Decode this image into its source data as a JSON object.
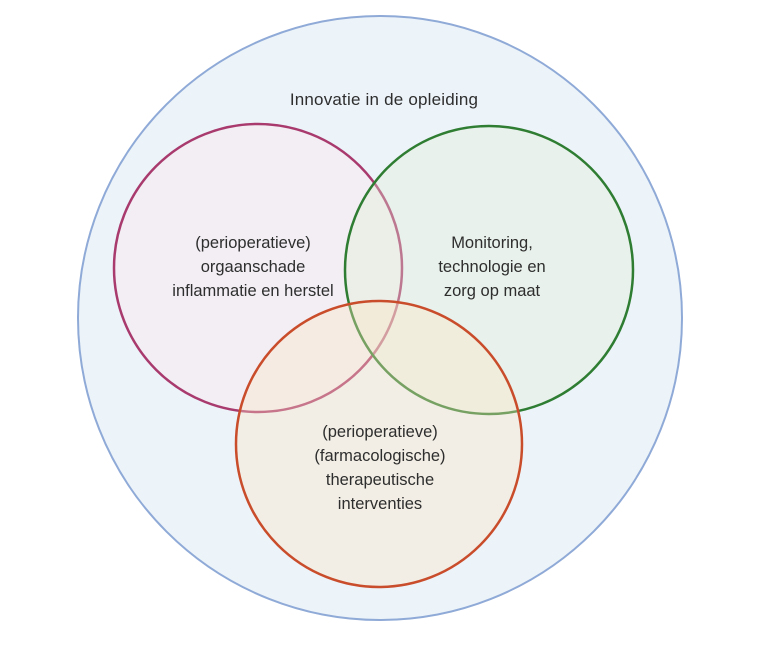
{
  "diagram": {
    "title": "Innovatie in de opleiding",
    "outer_circle": {
      "name": "innovatie-opleiding",
      "stroke": "#8FAAD7",
      "fill": "#ECF3F9"
    },
    "circles": [
      {
        "name": "perioperatieve-orgaanschade",
        "label": "(perioperatieve)\norgaanschade\ninflammatie en herstel",
        "stroke": "#A83A6E",
        "fill": "rgba(255,229,235,0.35)"
      },
      {
        "name": "monitoring-technologie",
        "label": "Monitoring,\ntechnologie en\nzorg op maat",
        "stroke": "#2E7D32",
        "fill": "rgba(227,237,209,0.35)"
      },
      {
        "name": "therapeutische-interventies",
        "label": "(perioperatieve)\n(farmacologische)\ntherapeutische\ninterventies",
        "stroke": "#C94C2B",
        "fill": "rgba(255,229,192,0.35)"
      }
    ]
  }
}
